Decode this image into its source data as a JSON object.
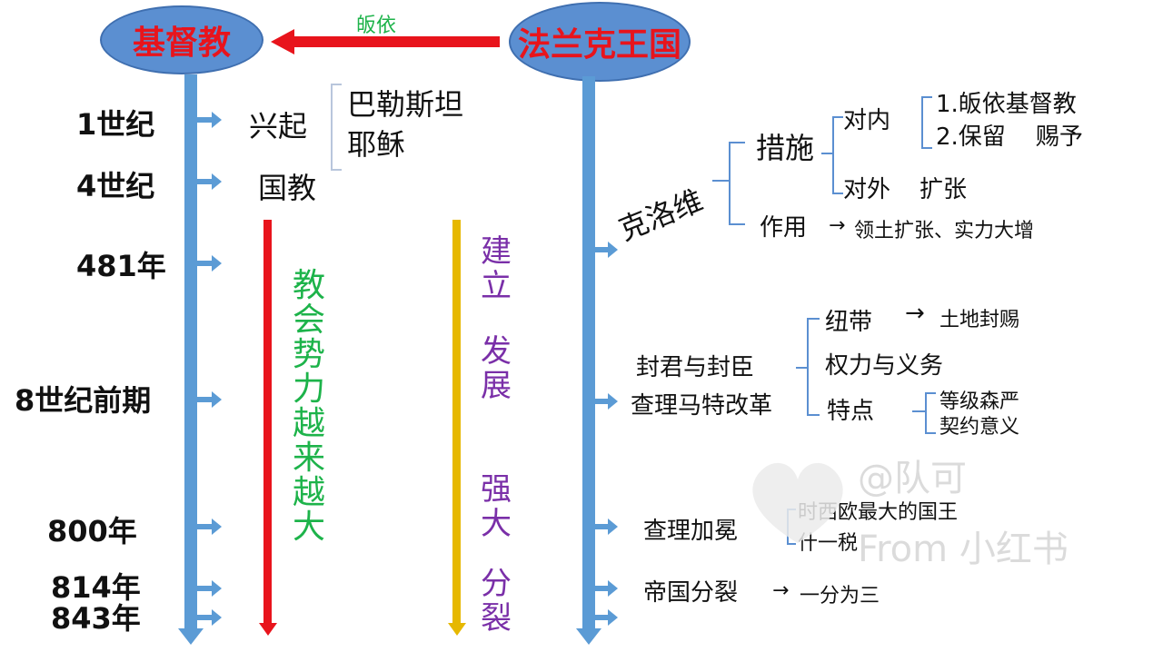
{
  "top": {
    "left_node": "基督教",
    "right_node": "法兰克王国",
    "arrow_label": "皈依"
  },
  "dates": [
    "1世纪",
    "4世纪",
    "481年",
    "8世纪前期",
    "800年",
    "814年",
    "843年"
  ],
  "christianity": {
    "rise": "兴起",
    "place": "巴勒斯坦",
    "founder": "耶稣",
    "state_religion": "国教",
    "church_power": "教会势力越来越大"
  },
  "stages": [
    "建立",
    "发展",
    "强大",
    "分裂"
  ],
  "clovis": {
    "name": "克洛维",
    "measures": "措施",
    "internal": "对内",
    "internal_items": [
      "1.皈依基督教",
      "2.保留    赐予"
    ],
    "external": "对外",
    "external_item": "扩张",
    "effect": "作用",
    "effect_arrow": "→",
    "effect_text": "领土扩张、实力大增"
  },
  "feudal": {
    "line1": "封君与封臣",
    "line2": "查理马特改革",
    "bond": "纽带",
    "bond_arrow": "→",
    "bond_text": "土地封赐",
    "rights": "权力与义务",
    "features": "特点",
    "feature_items": [
      "等级森严",
      "契约意义"
    ]
  },
  "charlemagne": {
    "name": "查理加冕",
    "note1": "时西欧最大的国王",
    "note2": "什一税"
  },
  "split": {
    "name": "帝国分裂",
    "arrow": "→",
    "text": "一分为三"
  },
  "watermark": {
    "handle": "@队可",
    "source": "From 小红书"
  },
  "colors": {
    "axis": "#5b9bd5",
    "oval": "#5b8fd1",
    "red": "#e8141c",
    "green": "#1db34a",
    "purple": "#7a2fa8",
    "yellow": "#e6b800"
  }
}
